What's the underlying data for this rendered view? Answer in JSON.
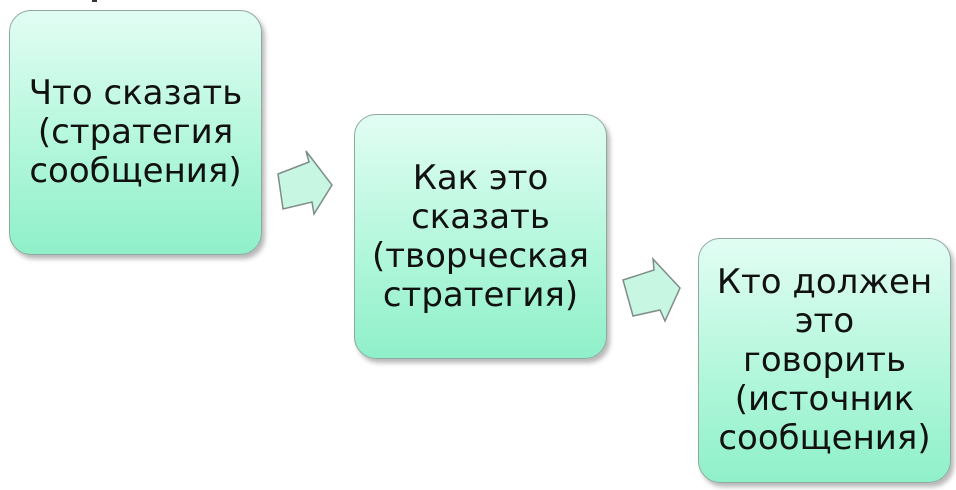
{
  "diagram": {
    "steps": [
      {
        "text": "Что сказать\n(стратегия\nсообщения)"
      },
      {
        "text": "Как это\nсказать\n(творческая\nстратегия)"
      },
      {
        "text": "Кто должен\nэто\nговорить\n(источник\nсообщения)"
      }
    ]
  },
  "colors": {
    "box_fill_top": "#e2fdf3",
    "box_fill_bottom": "#8ff0c9",
    "arrow_fill": "#c7f6e2",
    "arrow_stroke": "#7f8c88"
  },
  "icons": {
    "connector": "right-arrow-icon"
  }
}
